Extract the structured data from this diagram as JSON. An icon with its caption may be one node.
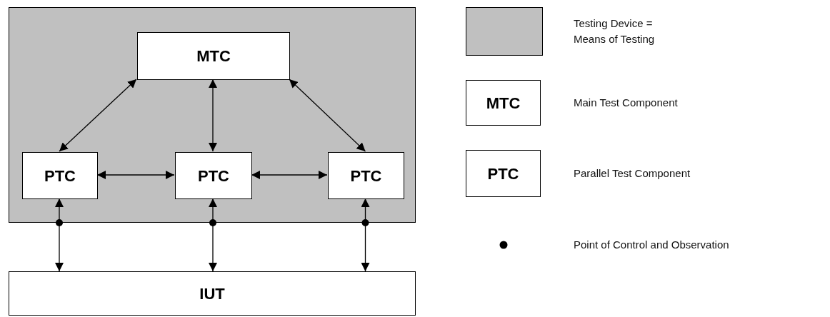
{
  "diagram": {
    "nodes": [
      {
        "text": [],
        "shape": "box"
      },
      {
        "text": [
          "MTC"
        ],
        "in": 0
      },
      {
        "text": [
          "PTC"
        ],
        "in": 0
      },
      {
        "text": [
          "PTC"
        ],
        "in": 0
      },
      {
        "text": [
          "PTC"
        ],
        "in": 0
      },
      {
        "text": [
          "IUT"
        ]
      },
      {
        "text": [
          "MTC"
        ]
      },
      {
        "text": [
          "PTC"
        ]
      }
    ],
    "edges": [
      {
        "from": 1,
        "to": 2,
        "arrow": "both"
      },
      {
        "from": 1,
        "to": 3,
        "arrow": "both"
      },
      {
        "from": 1,
        "to": 4,
        "arrow": "both"
      },
      {
        "from": 2,
        "to": 3,
        "arrow": "both"
      },
      {
        "from": 3,
        "to": 4,
        "arrow": "both"
      },
      {
        "from": 2,
        "to": 5,
        "arrow": "both"
      },
      {
        "from": 3,
        "to": 5,
        "arrow": "both"
      },
      {
        "from": 4,
        "to": 5,
        "arrow": "both"
      }
    ],
    "legend": [
      {
        "text": "Testing Device = Means of Testing",
        "color": "#c0c0c0"
      },
      {
        "text": "Main Test Component"
      },
      {
        "text": "Parallel Test Component"
      },
      {
        "text": "Point of Control and Observation"
      }
    ]
  }
}
